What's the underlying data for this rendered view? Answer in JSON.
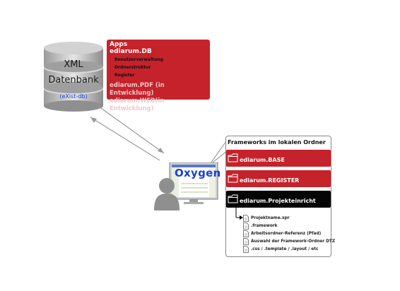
{
  "database": {
    "line1": "XML",
    "line2": "Datenbank",
    "sub": "(eXist-db)"
  },
  "apps": {
    "title": "Apps",
    "db": "ediarum.DB",
    "db_items": [
      "Benutzerverwaltung",
      "Ordnerstruktur",
      "Register"
    ],
    "pdf": "ediarum.PDF (in Entwicklung)",
    "web": "ediarum.WEB(in Entwicklung)"
  },
  "editor": {
    "name": "Oxygen"
  },
  "frameworks": {
    "title": "Frameworks im lokalen Ordner",
    "bars": [
      "ediarum.BASE",
      "ediarum.REGISTER",
      "ediarum.Projekteinricht"
    ],
    "files": [
      "Projektname.xpr",
      ".framework",
      "Arbeitsordner-Referenz (Pfad)",
      "Auswahl der Framework-Ordner DTZ",
      ".css / .template / .layout / etc"
    ]
  },
  "colors": {
    "accent_red": "#c6222b",
    "dark_bar": "#050505",
    "oxygen_blue": "#1a3fd0"
  }
}
